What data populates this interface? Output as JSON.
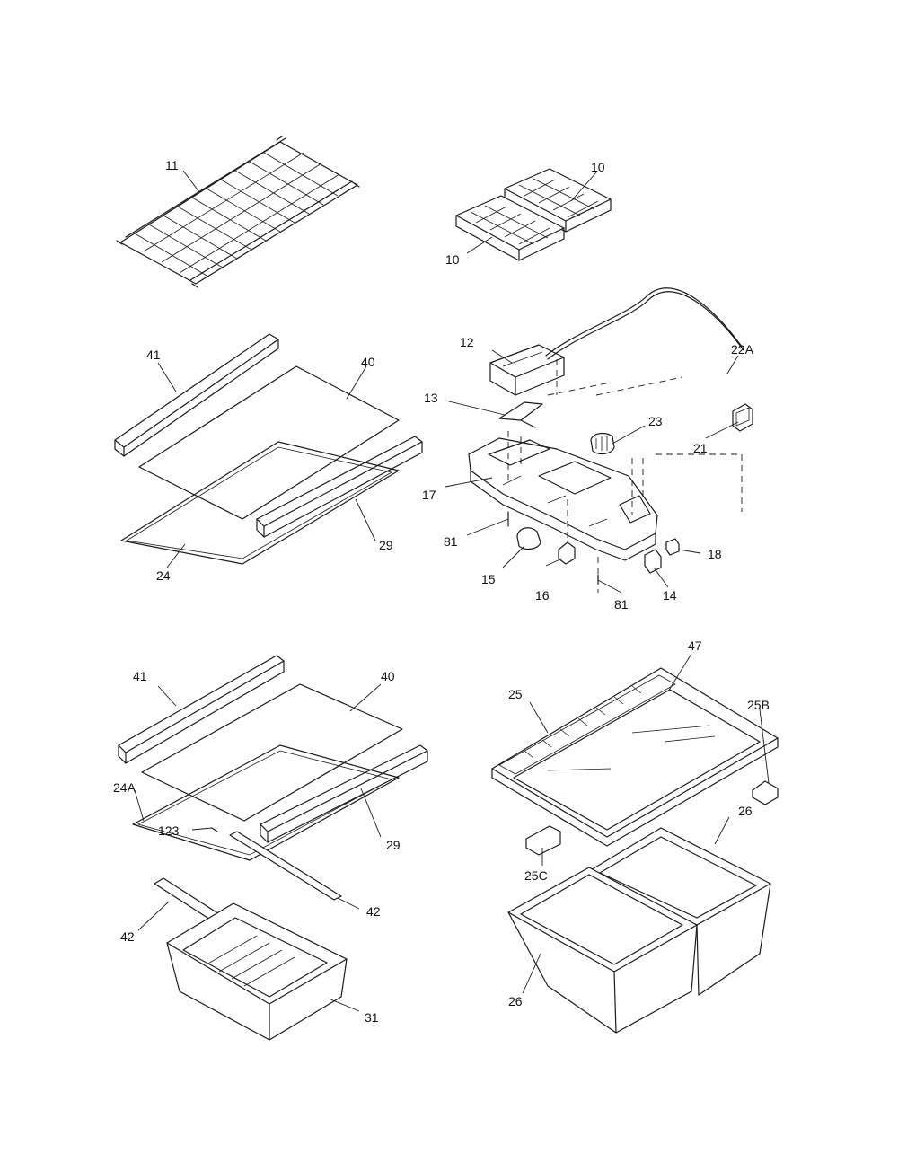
{
  "callouts": {
    "wire_shelf": "11",
    "ice_tray_upper": "10",
    "ice_tray_lower": "10",
    "trim_front_a": "41",
    "glass_shelf_a": "40",
    "trim_rear_a": "29",
    "shelf_frame_a": "24",
    "ice_bin_cover": "12",
    "damper": "13",
    "cord_harness": "22A",
    "control_knob": "23",
    "thermostat": "21",
    "control_housing": "17",
    "screw_left": "81",
    "screw_right": "81",
    "light_bulb": "15",
    "light_socket": "16",
    "switch_18": "18",
    "switch_14": "14",
    "trim_front_b": "41",
    "glass_shelf_b": "40",
    "shelf_frame_b": "24A",
    "clip_123": "123",
    "trim_rear_b": "29",
    "slide_rail_right": "42",
    "slide_rail_left": "42",
    "meat_drawer": "31",
    "crisper_cover_frame": "25",
    "crisper_cover_glass": "47",
    "cover_bracket_right": "25B",
    "cover_bracket_left": "25C",
    "crisper_right": "26",
    "crisper_left": "26"
  }
}
